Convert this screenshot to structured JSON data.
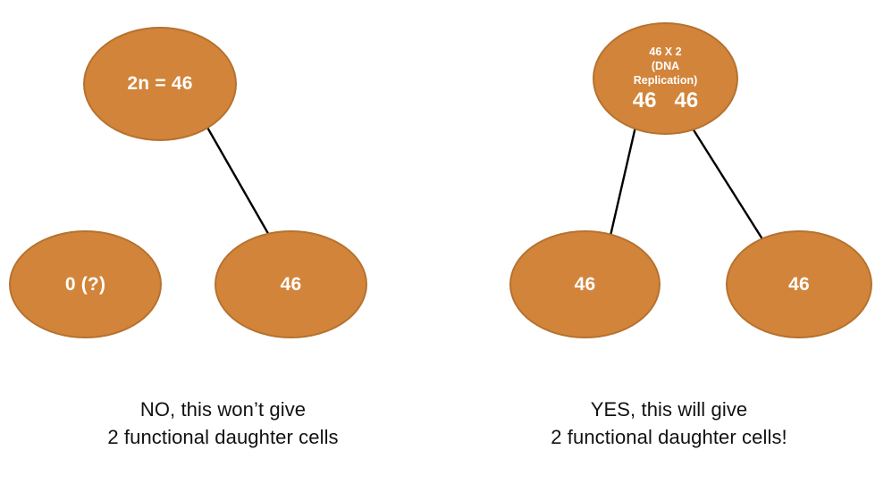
{
  "diagram": {
    "background_color": "#ffffff",
    "cell_fill_color": "#D2843A",
    "cell_border_color": "#B5722F",
    "cell_text_color": "#ffffff",
    "arrow_color": "#000000",
    "caption_color": "#111111"
  },
  "panels": [
    {
      "id": "left",
      "parent_cell": {
        "label": "2n = 46"
      },
      "daughter_cells": [
        {
          "label": "0 (?)"
        },
        {
          "label": "46"
        }
      ],
      "arrows": [
        {
          "from": "parent-cell",
          "to": "daughter-cell-46"
        }
      ],
      "caption": {
        "line1": "NO, this won’t give",
        "line2": "2 functional daughter cells"
      }
    },
    {
      "id": "right",
      "parent_cell": {
        "line1": "46 X 2",
        "line2": "(DNA",
        "line3": "Replication)",
        "chromatid_left": "46",
        "chromatid_right": "46"
      },
      "daughter_cells": [
        {
          "label": "46"
        },
        {
          "label": "46"
        }
      ],
      "arrows": [
        {
          "from": "parent-cell-chromatid-left",
          "to": "daughter-cell-a"
        },
        {
          "from": "parent-cell-chromatid-right",
          "to": "daughter-cell-b"
        }
      ],
      "caption": {
        "line1": "YES, this will give",
        "line2": "2 functional daughter cells!"
      }
    }
  ]
}
